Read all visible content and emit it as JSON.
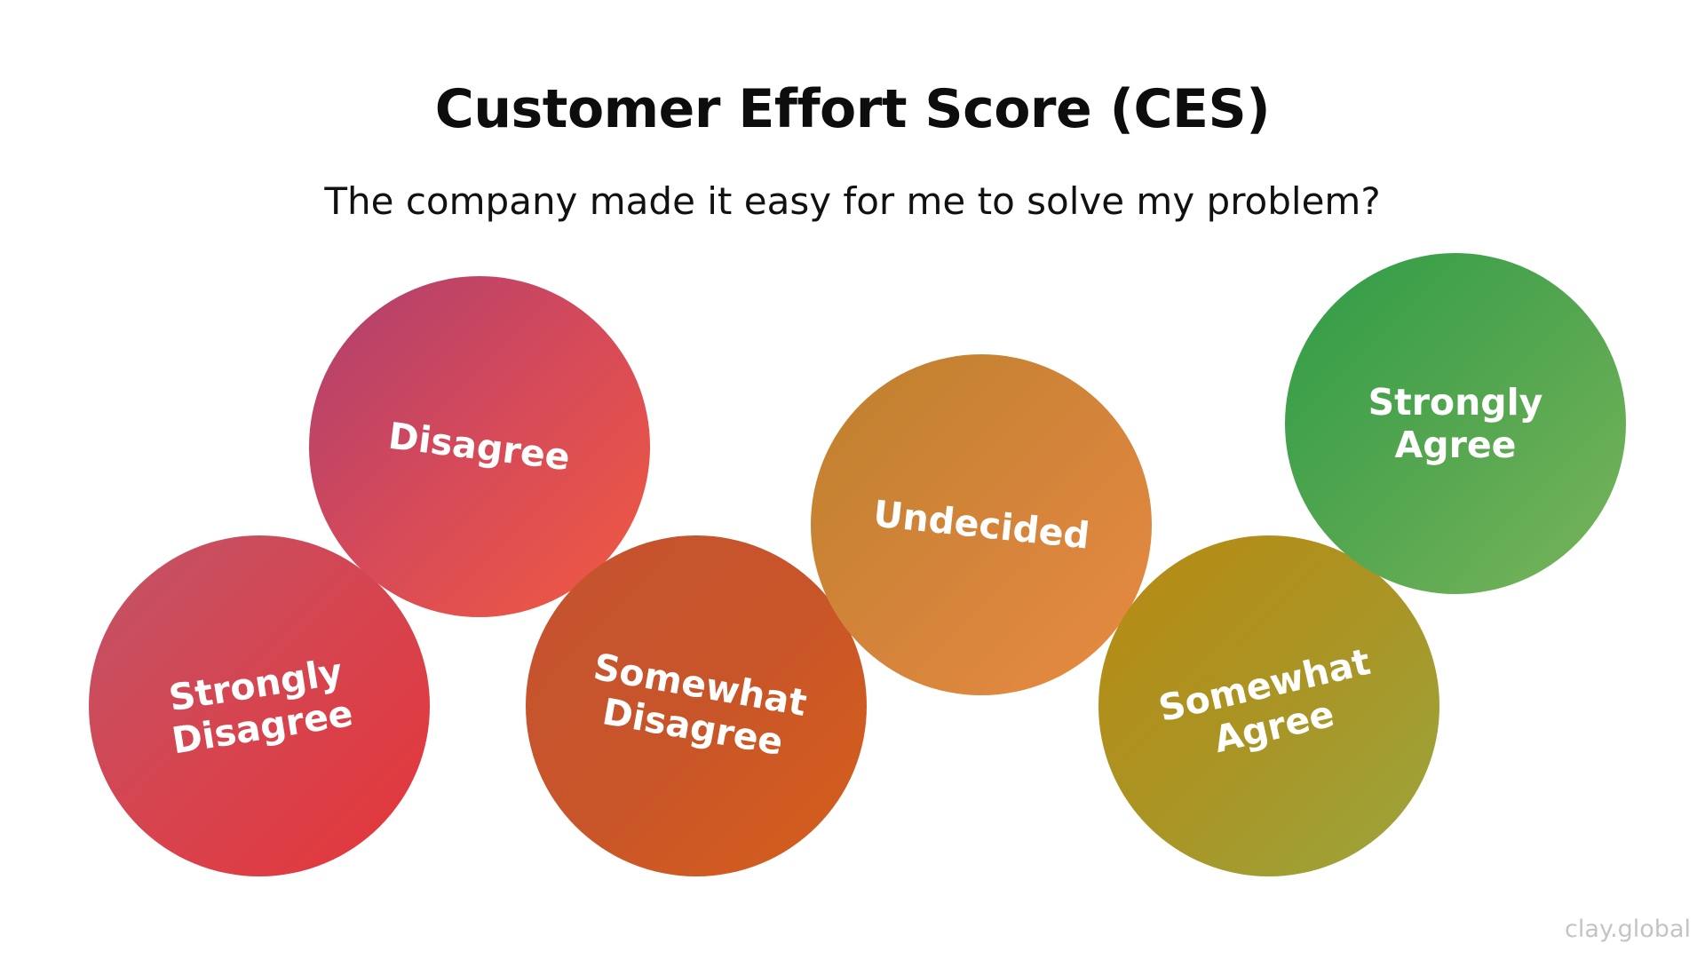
{
  "title": "Customer Effort Score (CES)",
  "question": "The company made it easy for me to solve my problem?",
  "responses": [
    {
      "id": "strongly-disagree",
      "label": "Strongly\nDisagree",
      "color": "#d6444f"
    },
    {
      "id": "disagree",
      "label": "Disagree",
      "color": "#d64a59"
    },
    {
      "id": "somewhat-disagree",
      "label": "Somewhat\nDisagree",
      "color": "#c8552a"
    },
    {
      "id": "undecided",
      "label": "Undecided",
      "color": "#d3843a"
    },
    {
      "id": "somewhat-agree",
      "label": "Somewhat\nAgree",
      "color": "#aa9424"
    },
    {
      "id": "strongly-agree",
      "label": "Strongly\nAgree",
      "color": "#53a64f"
    }
  ],
  "watermark": "clay.global"
}
